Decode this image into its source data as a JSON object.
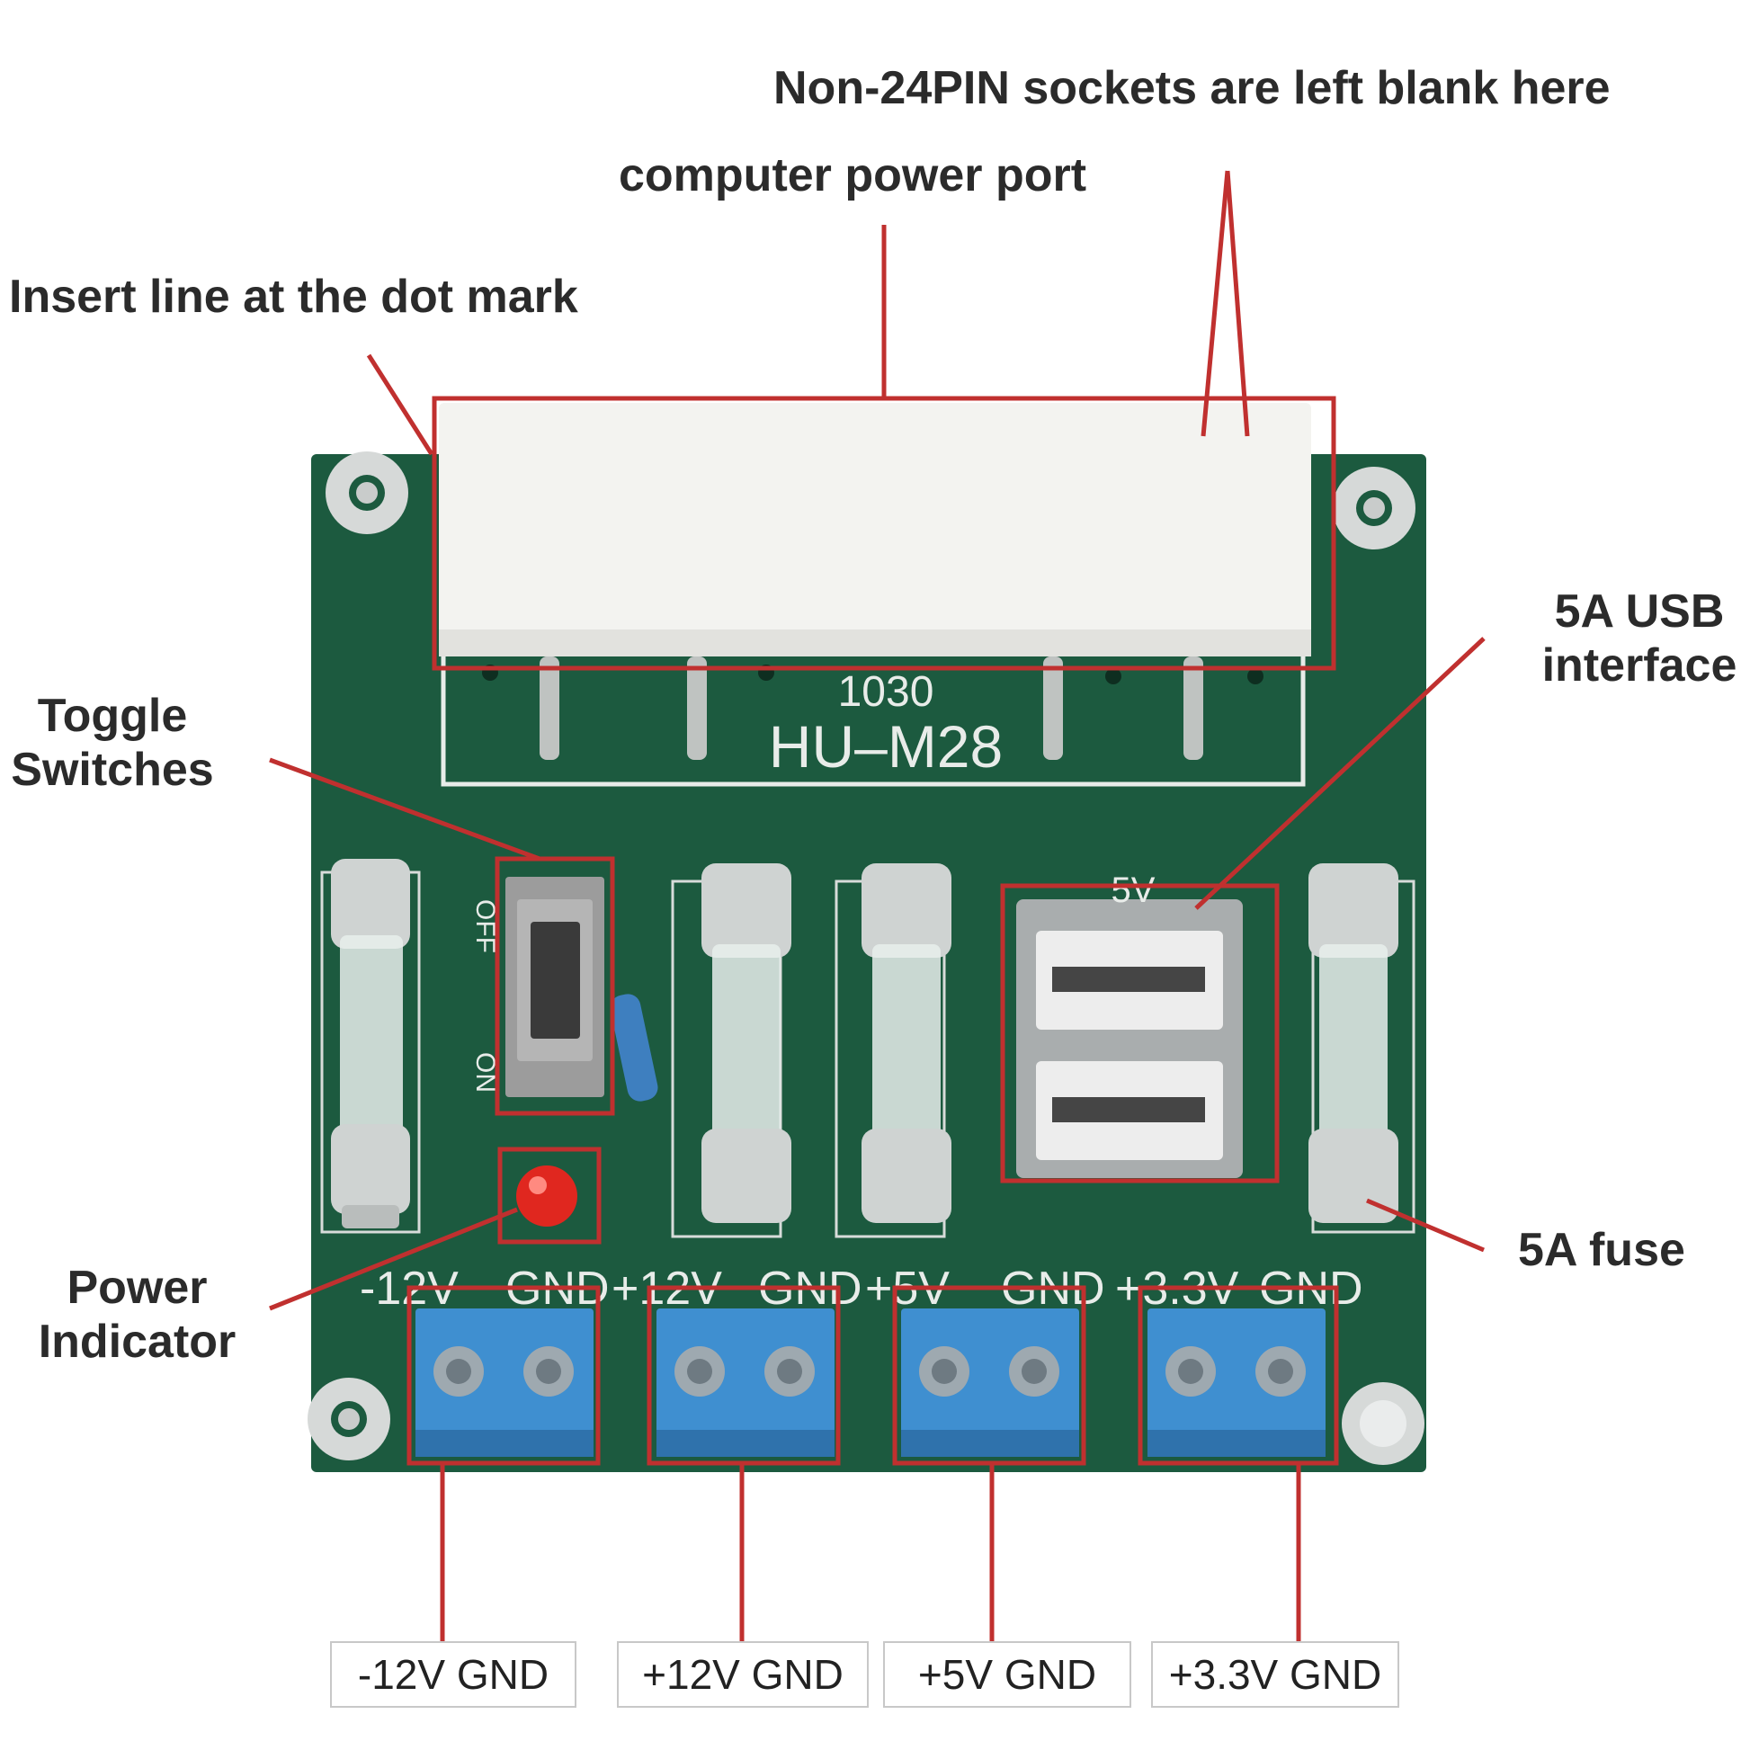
{
  "callouts": {
    "non24pin": "Non-24PIN sockets are left blank here",
    "power_port": "computer power port",
    "insert_line": "Insert line at the dot mark",
    "toggle_line1": "Toggle",
    "toggle_line2": "Switches",
    "usb_line1": "5A USB",
    "usb_line2": "interface",
    "power_ind_line1": "Power",
    "power_ind_line2": "Indicator",
    "fuse": "5A fuse"
  },
  "board": {
    "silk_code": "1030",
    "silk_model": "HU–M28",
    "switch_off": "OFF",
    "switch_on": "ON",
    "usb_label": "5V",
    "terminal_labels": [
      "-12V",
      "GND",
      "+12V",
      "GND",
      "+5V",
      "GND",
      "+3.3V",
      "GND"
    ]
  },
  "bottom_labels": [
    "-12V GND",
    "+12V GND",
    "+5V GND",
    "+3.3V GND"
  ],
  "colors": {
    "pcb": "#1c5a3f",
    "annotation_red": "#c0302f",
    "terminal_blue": "#3f8fd0",
    "led": "#e0271f"
  }
}
